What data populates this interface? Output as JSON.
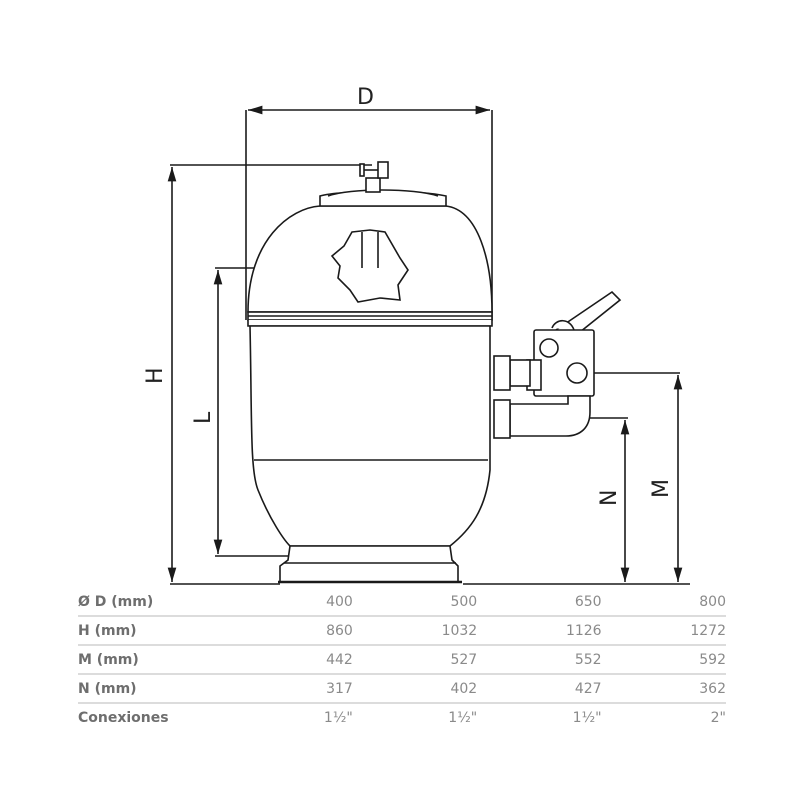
{
  "diagram": {
    "type": "technical-drawing",
    "subject": "sand filter tank with side-mount multiport valve",
    "dimension_labels": {
      "D": "D",
      "H": "H",
      "L": "L",
      "M": "M",
      "N": "N"
    }
  },
  "spec_table": {
    "rows": [
      {
        "label": "Ø D (mm)",
        "values": [
          "400",
          "500",
          "650",
          "800"
        ]
      },
      {
        "label": "H (mm)",
        "values": [
          "860",
          "1032",
          "1126",
          "1272"
        ]
      },
      {
        "label": "M (mm)",
        "values": [
          "442",
          "527",
          "552",
          "592"
        ]
      },
      {
        "label": "N (mm)",
        "values": [
          "317",
          "402",
          "427",
          "362"
        ]
      },
      {
        "label": "Conexiones",
        "values": [
          "1½\"",
          "1½\"",
          "1½\"",
          "2\""
        ]
      }
    ]
  },
  "colors": {
    "line": "#1a1a1a",
    "table_text": "#8a8a8a",
    "table_header_text": "#6e6e6e",
    "table_rule": "#dcdcdc"
  }
}
